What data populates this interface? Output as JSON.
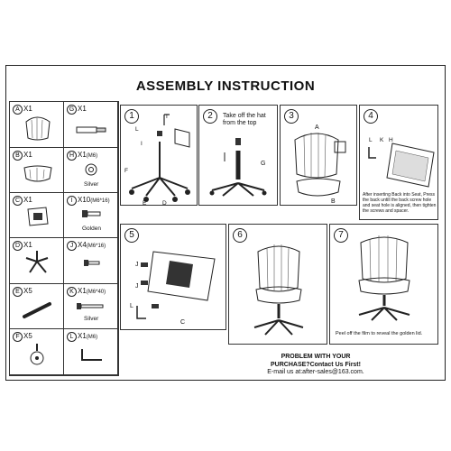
{
  "title": "ASSEMBLY INSTRUCTION",
  "parts": [
    {
      "letter": "A",
      "qty": "X1",
      "spec": "",
      "sub": ""
    },
    {
      "letter": "G",
      "qty": "X1",
      "spec": "",
      "sub": ""
    },
    {
      "letter": "B",
      "qty": "X1",
      "spec": "",
      "sub": ""
    },
    {
      "letter": "H",
      "qty": "X1",
      "spec": "(M6)",
      "sub": "Silver"
    },
    {
      "letter": "C",
      "qty": "X1",
      "spec": "",
      "sub": ""
    },
    {
      "letter": "I",
      "qty": "X10",
      "spec": "(M6*16)",
      "sub": "Golden"
    },
    {
      "letter": "D",
      "qty": "X1",
      "spec": "",
      "sub": ""
    },
    {
      "letter": "J",
      "qty": "X4",
      "spec": "(M6*16)",
      "sub": ""
    },
    {
      "letter": "E",
      "qty": "X5",
      "spec": "",
      "sub": ""
    },
    {
      "letter": "K",
      "qty": "X1",
      "spec": "(M6*40)",
      "sub": "Silver"
    },
    {
      "letter": "F",
      "qty": "X5",
      "spec": "",
      "sub": ""
    },
    {
      "letter": "L",
      "qty": "X1",
      "spec": "(M6)",
      "sub": ""
    }
  ],
  "steps": [
    "1",
    "2",
    "3",
    "4",
    "5",
    "6",
    "7"
  ],
  "step1_labels": [
    "I",
    "L",
    "I",
    "F",
    "E",
    "D"
  ],
  "step2": {
    "note": "Take off the hat from the top",
    "label": "G"
  },
  "step3_labels": [
    "A",
    "B"
  ],
  "step4": {
    "labels": [
      "L",
      "K",
      "H"
    ],
    "note": "After inserting Back into Seat, Press the back untill the back screw hole and seat hole is aligned, then tighten the screws and spacer."
  },
  "step5_labels": [
    "J",
    "J",
    "L",
    "C"
  ],
  "step7_note": "Peel off the film to reveal the golden lid.",
  "problem": {
    "line1": "PROBLEM WITH YOUR",
    "line2": "PURCHASE?Contact Us First!",
    "line3": "E-mail us at:after-sales@163.com."
  }
}
